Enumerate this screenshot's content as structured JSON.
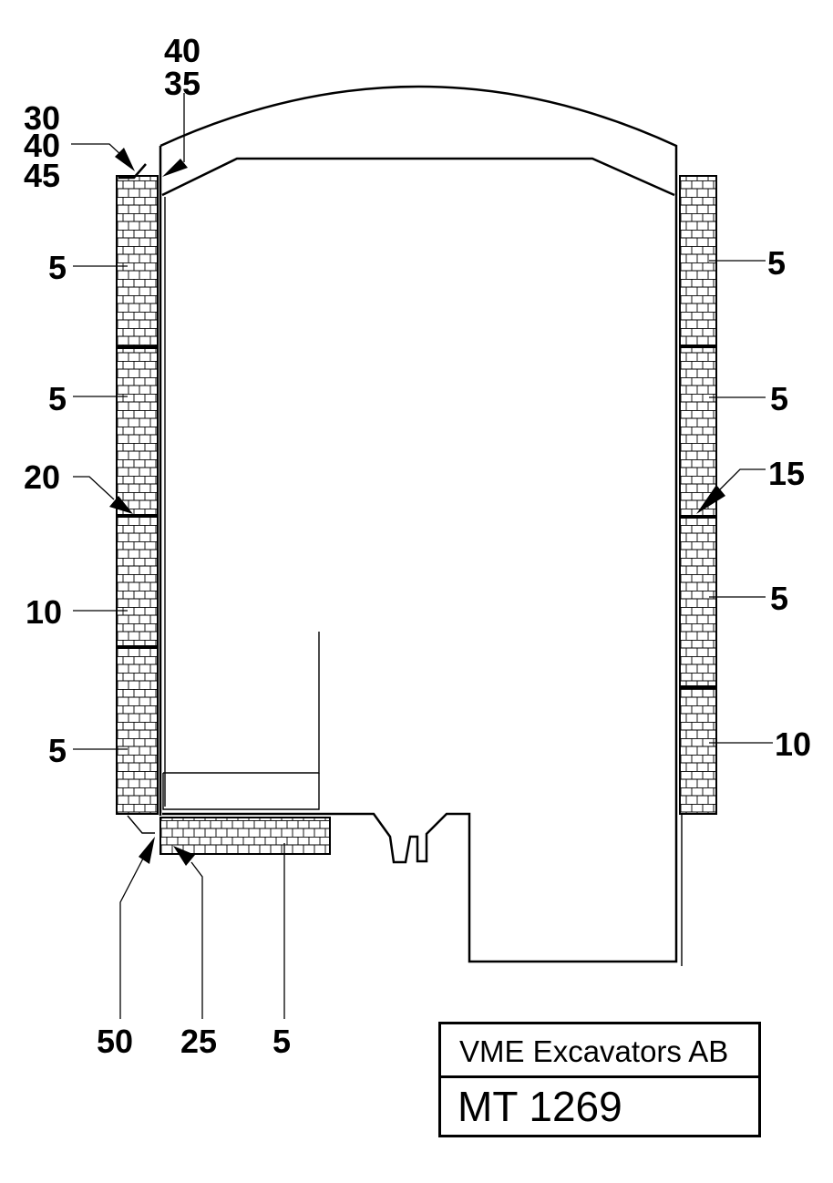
{
  "title_block": {
    "company": "VME Excavators AB",
    "code": "MT 1269"
  },
  "callouts": {
    "top_40": "40",
    "top_35": "35",
    "left_30": "30",
    "left_40": "40",
    "left_45": "45",
    "left_5a": "5",
    "left_5b": "5",
    "left_20": "20",
    "left_10": "10",
    "left_5c": "5",
    "right_5a": "5",
    "right_5b": "5",
    "right_15": "15",
    "right_5c": "5",
    "right_10": "10",
    "bottom_50": "50",
    "bottom_25": "25",
    "bottom_5": "5"
  }
}
